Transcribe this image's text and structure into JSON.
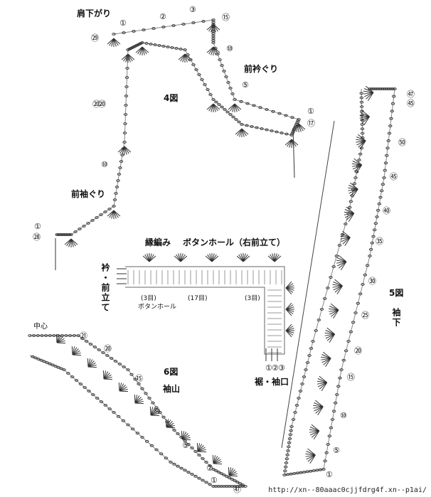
{
  "fig4": {
    "title": "4図",
    "label_shoulder": "肩下がり",
    "label_front_collar": "前衿ぐり",
    "label_front_armhole": "前袖ぐり",
    "rows": [
      "①",
      "②",
      "③",
      "⑮",
      "⑳",
      "⑩",
      "⑤",
      "①",
      "⑰",
      "㉙",
      "⑳",
      "⑩",
      "①",
      "㉘"
    ]
  },
  "fig5": {
    "title": "5図",
    "label": "袖下",
    "rows": [
      "㊼",
      "㊺",
      "㊿",
      "㊺",
      "㊵",
      "㉟",
      "㉚",
      "㉕",
      "⑳",
      "⑮",
      "⑩",
      "⑤",
      "①"
    ]
  },
  "fig6": {
    "title": "6図",
    "label": "袖山",
    "center": "中心",
    "rows": [
      "㉑",
      "⑳",
      "⑮",
      "⑩",
      "⑤",
      "②",
      "①",
      "㊼"
    ]
  },
  "edging": {
    "title": "縁編み",
    "buttonhole_title": "ボタンホール（右前立て）",
    "collar_label": "衿・前立て",
    "bottom_label": "裾・袖口",
    "count_3a": "(3目)",
    "count_17": "(17目)",
    "count_3b": "(3目)",
    "buttonhole": "ボタンホール",
    "rows": [
      "①",
      "②",
      "③"
    ]
  },
  "footer": "http://xn--80aaac0cjjfdrg4f.xn--p1ai/"
}
